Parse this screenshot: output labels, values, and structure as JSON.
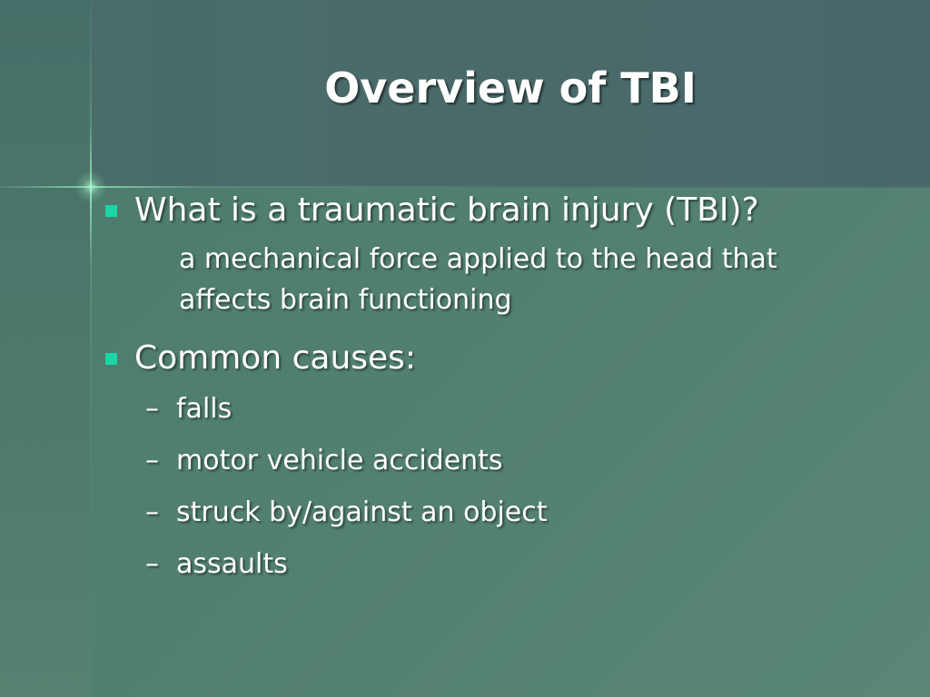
{
  "slide": {
    "title": "Overview of TBI",
    "bullets": [
      {
        "text": "What is a traumatic brain injury (TBI)?",
        "note": "a mechanical force applied to the head that affects brain functioning"
      },
      {
        "text": "Common causes:",
        "sub_items": [
          "falls",
          "motor vehicle accidents",
          "struck by/against an object",
          "assaults"
        ]
      }
    ],
    "dash_glyph": "–"
  },
  "colors": {
    "background": "#517f70",
    "title_band": "#4a6b6a",
    "bullet_marker": "#19d6a4",
    "text": "#ffffff"
  },
  "icons": {
    "bullet": "square-bullet-icon",
    "sub_bullet": "dash-icon"
  }
}
